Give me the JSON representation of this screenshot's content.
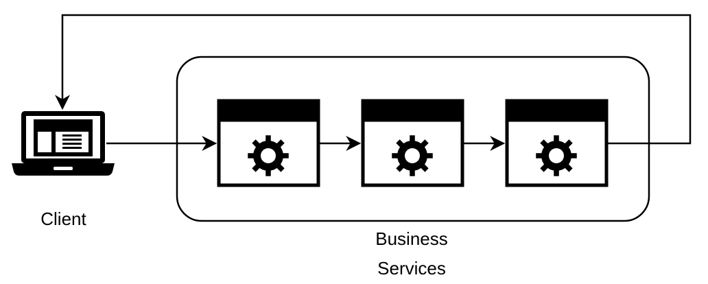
{
  "labels": {
    "client": "Client",
    "business_services_line1": "Business",
    "business_services_line2": "Services"
  },
  "colors": {
    "stroke": "#000000",
    "background": "#ffffff"
  },
  "icons": {
    "client": "laptop-icon",
    "service": "gear-icon"
  }
}
